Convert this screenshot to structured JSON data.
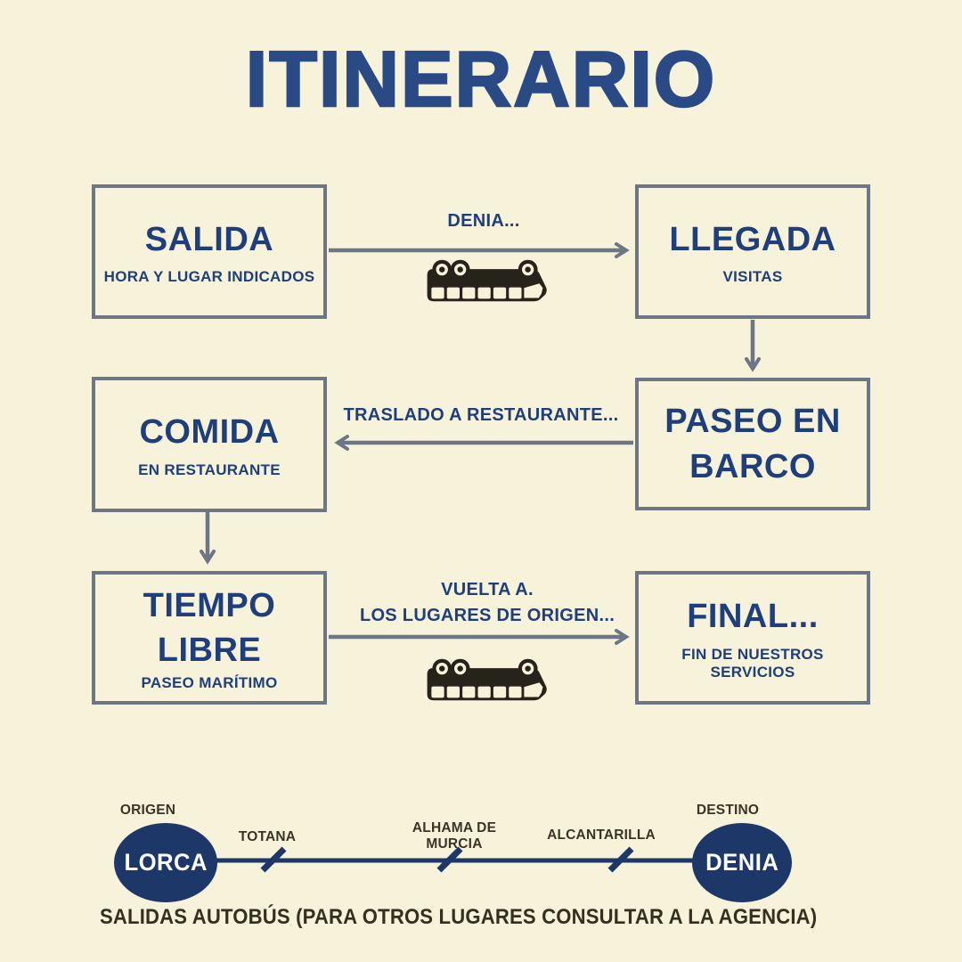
{
  "title": "ITINERARIO",
  "palette": {
    "background": "#f7f2da",
    "title_navy": "#2a4a85",
    "box_text_navy": "#1e3e7c",
    "border_gray": "#6d7684",
    "route_navy": "#1c3768",
    "label_dark": "#3a3426",
    "bus_dark": "#26231a"
  },
  "flow": {
    "boxes": [
      {
        "id": "salida",
        "title": "SALIDA",
        "subtitle": "HORA Y LUGAR INDICADOS"
      },
      {
        "id": "llegada",
        "title": "LLEGADA",
        "subtitle": "VISITAS"
      },
      {
        "id": "comida",
        "title": "COMIDA",
        "subtitle": "EN RESTAURANTE"
      },
      {
        "id": "paseo",
        "title": "PASEO EN BARCO",
        "subtitle": ""
      },
      {
        "id": "tiempo",
        "title": "TIEMPO LIBRE",
        "subtitle": "PASEO MARÍTIMO"
      },
      {
        "id": "final",
        "title": "FINAL...",
        "subtitle": "FIN DE NUESTROS SERVICIOS"
      }
    ],
    "connectors": [
      {
        "from": "salida",
        "to": "llegada",
        "direction": "right",
        "label": "DENIA...",
        "icon": "bus-icon"
      },
      {
        "from": "llegada",
        "to": "paseo",
        "direction": "down"
      },
      {
        "from": "paseo",
        "to": "comida",
        "direction": "left",
        "label": "TRASLADO A RESTAURANTE..."
      },
      {
        "from": "comida",
        "to": "tiempo",
        "direction": "down"
      },
      {
        "from": "tiempo",
        "to": "final",
        "direction": "right",
        "label_line1": "VUELTA A.",
        "label_line2": "LOS LUGARES DE ORIGEN...",
        "icon": "bus-icon"
      }
    ]
  },
  "route": {
    "origin_label": "ORIGEN",
    "origin_city": "LORCA",
    "destination_label": "DESTINO",
    "destination_city": "DENIA",
    "stops": [
      "TOTANA",
      "ALHAMA DE MURCIA",
      "ALCANTARILLA"
    ],
    "caption": "SALIDAS AUTOBÚS (PARA OTROS LUGARES CONSULTAR A LA AGENCIA)"
  }
}
